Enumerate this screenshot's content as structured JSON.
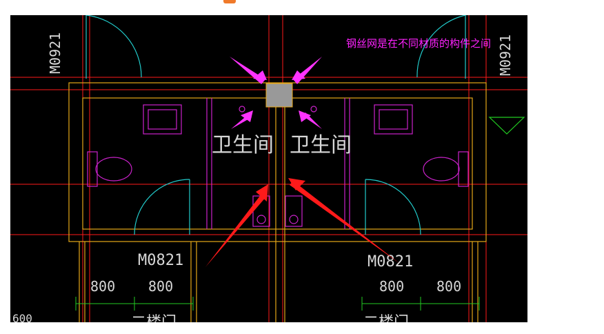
{
  "annotation": {
    "note_text": "钢丝网是在不同材质的构件之间",
    "note_color": "#ff22ff",
    "arrow_color_magenta": "#ff33ff",
    "arrow_color_red": "#ff1a1a"
  },
  "labels": {
    "door_tag_left_vertical": "M0921",
    "door_tag_right_vertical": "M0921",
    "room_left": "卫生间",
    "room_right": "卫生间",
    "door_tag_bottom_left": "M0821",
    "door_tag_bottom_right": "M0821",
    "dim_left_1": "800",
    "dim_left_2": "800",
    "dim_right_1": "800",
    "dim_right_2": "800",
    "dim_edge": "600",
    "partial_text_left": "二楼门",
    "partial_text_right": "二楼门"
  },
  "colors": {
    "background": "#000000",
    "axis_line": "#ff1a1a",
    "wall": "#e6a817",
    "fixture": "#cc22cc",
    "door_swing": "#22cccc",
    "dimension": "#22cc22",
    "mesh_block": "#999999",
    "text": "#d8d8d8"
  }
}
